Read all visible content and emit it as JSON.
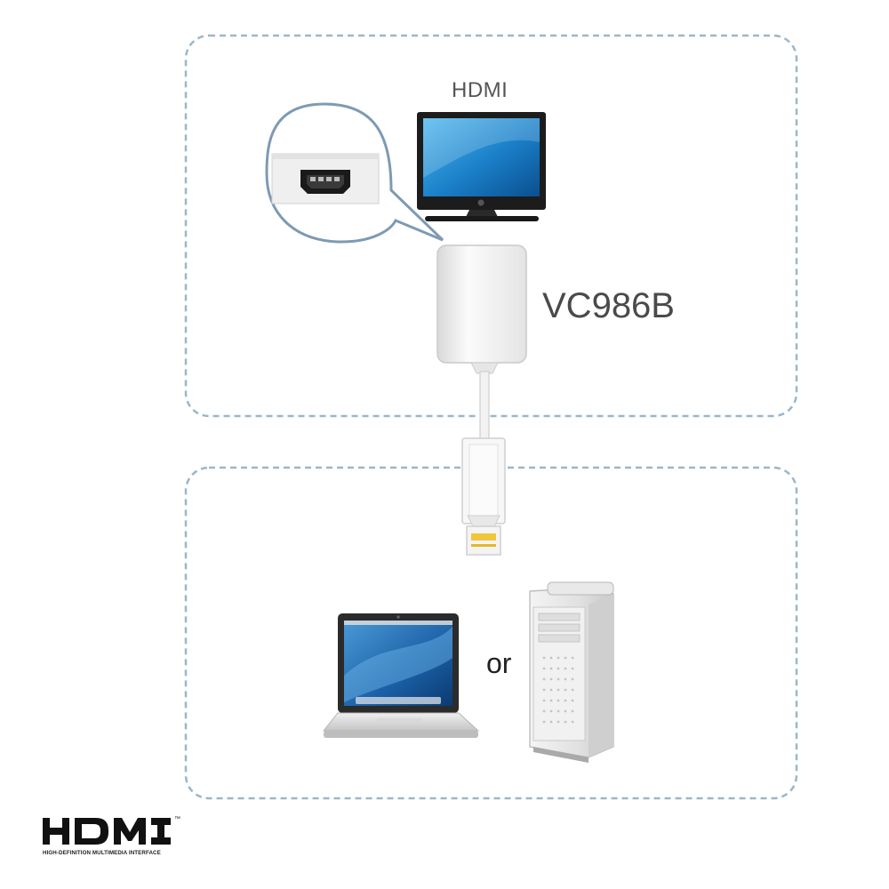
{
  "diagram": {
    "display_label": "HDMI",
    "adapter_label": "VC986B",
    "separator_label": "or",
    "logo": {
      "wordmark": "HDMI",
      "tagline": "HIGH-DEFINITION MULTIMEDIA INTERFACE",
      "trademark": "™"
    }
  },
  "colors": {
    "dashed_border": "#9ab7c9",
    "callout_outline": "#7e9ab3",
    "screen_blue": "#1f7fc6",
    "device_silver": "#dcdcdc"
  }
}
